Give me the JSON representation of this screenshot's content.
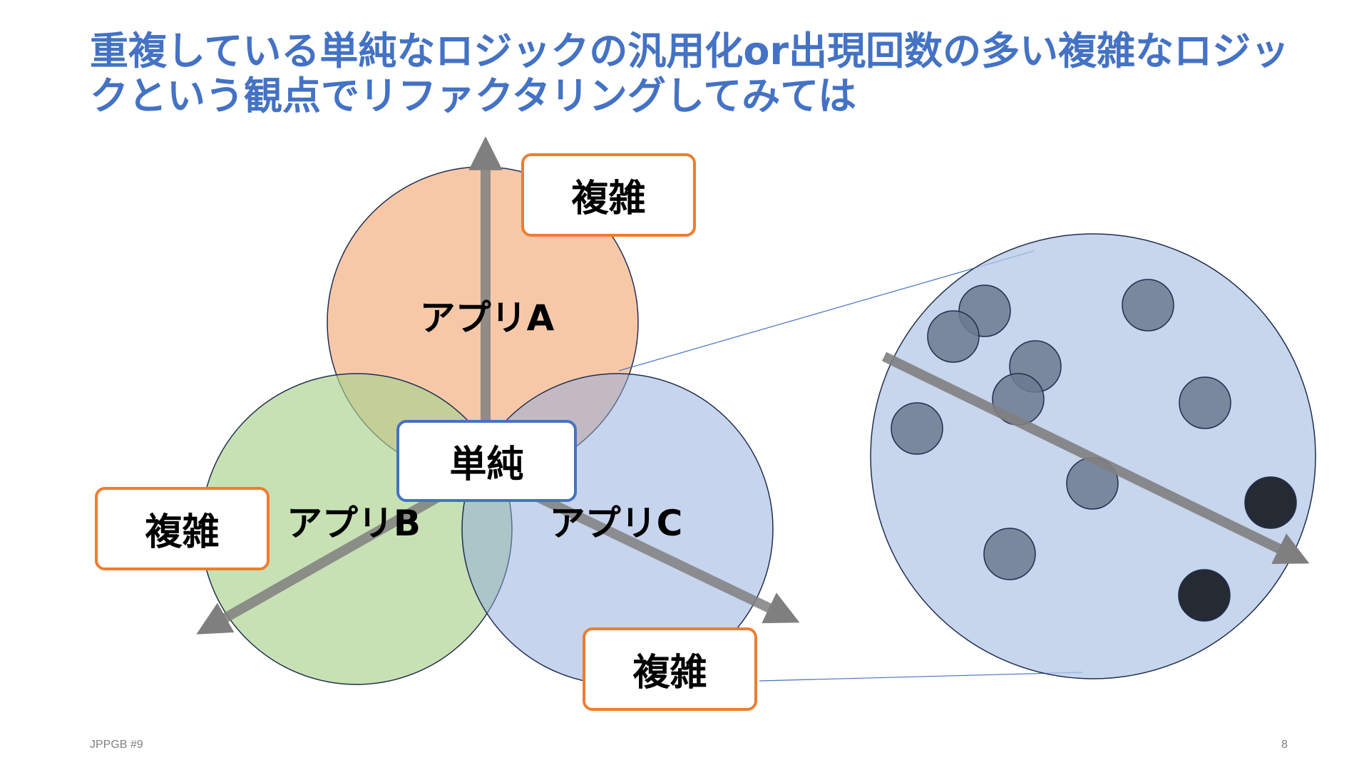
{
  "title": "重複している単純なロジックの汎用化or出現回数の多い複雑なロジックという観点でリファクタリングしてみては",
  "venn": {
    "app_a": "アプリA",
    "app_b": "アプリB",
    "app_c": "アプリC",
    "center_label": "単純",
    "complex_label": "複雑"
  },
  "colors": {
    "title": "#4472C4",
    "app_a_fill": "#F4B183",
    "app_b_fill": "#A9D18E",
    "app_c_fill": "#8FAADC",
    "axis": "#7f7f7f",
    "callout_complex_border": "#ED7D31",
    "callout_simple_border": "#4472C4",
    "zoom_fill": "#B4C7E7",
    "dot": "#6C7A8F",
    "dot_dark": "#262B33"
  },
  "footer": {
    "left": "JPPGB #9",
    "page_number": "8"
  }
}
